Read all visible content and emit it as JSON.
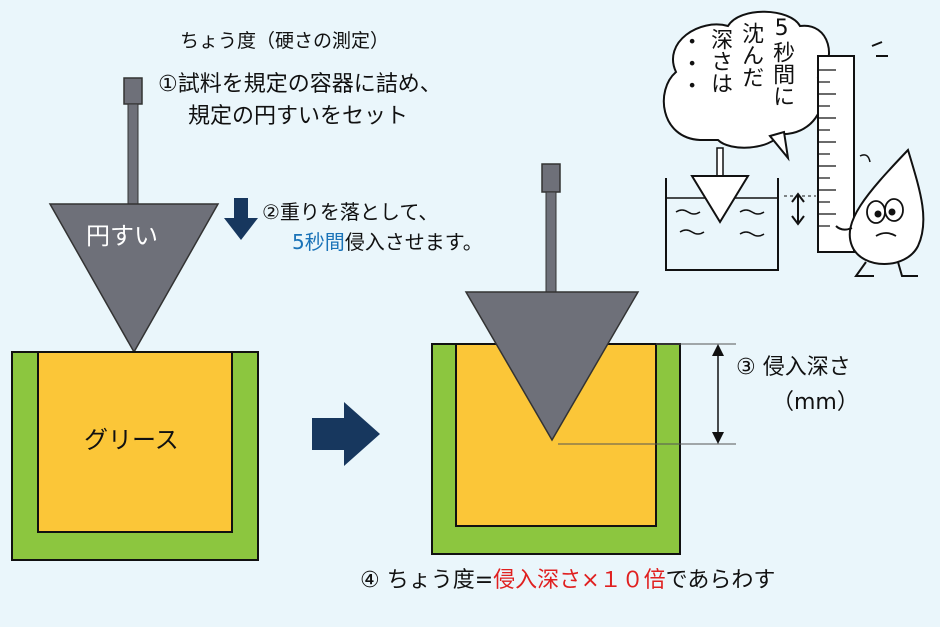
{
  "title": "ちょう度（硬さの測定）",
  "step1": {
    "line1": "①試料を規定の容器に詰め、",
    "line2": "規定の円すいをセット"
  },
  "step2": {
    "line1": "②重りを落として、",
    "line2_highlight": "5秒間",
    "line2_rest": "侵入させます。"
  },
  "cone_label": "円すい",
  "grease_label": "グリース",
  "step3": {
    "label": "③ 侵入深さ",
    "unit": "（mm）"
  },
  "step4": {
    "prefix": "④ ちょう度=",
    "highlight": "侵入深さ×１０倍",
    "suffix": "であらわす"
  },
  "speech_bubble": {
    "col1": "5秒間に",
    "col2": "沈んだ",
    "col3": "深さは",
    "col4": "・・・"
  },
  "colors": {
    "background": "#eaf6fb",
    "cone": "#6e7079",
    "container_outer": "#8cc63f",
    "grease": "#fbc638",
    "arrow": "#17375e",
    "highlight_blue": "#1a73b8",
    "highlight_red": "#e02020"
  },
  "icons": {
    "drop_arrow": "down-arrow-icon",
    "flow_arrow": "right-arrow-icon",
    "mascot": "oil-drop-mascot-icon"
  }
}
